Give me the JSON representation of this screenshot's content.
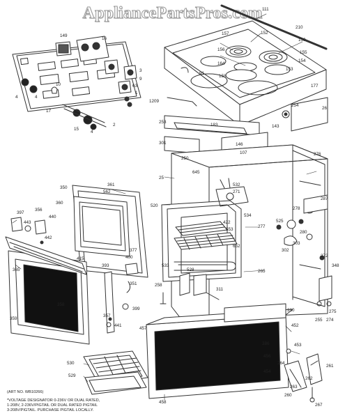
{
  "watermark": "AppliancePartsPros.com",
  "art_number": "(ART NO. WB10266)",
  "footnote_lines": [
    "*VOLTAGE DESIGNATOR 0-236V OR DUAL RATED,",
    "1-208V, 2-236V/PIGTAIL OR DUAL RATED PIGTAIL",
    "3-208V/PIGTAIL. PURCHASE PIGTAIL LOCALLY."
  ],
  "callouts": {
    "c111": "111",
    "c210": "210",
    "c157": "157",
    "c152": "152",
    "c150": "150",
    "c156": "156",
    "c155": "155",
    "c154": "154",
    "c164": "164",
    "c158": "158",
    "c153": "153",
    "c91": "91",
    "c177": "177",
    "c26": "26",
    "c254": "254",
    "c149": "149",
    "c16": "16",
    "c63": "63",
    "c1": "1",
    "c9": "9",
    "c3": "3",
    "c4a": "4",
    "c4b": "4",
    "c4c": "4",
    "c10": "10",
    "c17": "17",
    "c15": "15",
    "c2": "2",
    "c120": "120",
    "c253": "253",
    "c183": "183",
    "c143": "143",
    "c301": "301",
    "c146": "146",
    "c107": "107",
    "c250": "250",
    "c276": "276",
    "c645": "645",
    "c25": "25",
    "c350": "350",
    "c361": "361",
    "c562": "562",
    "c360": "360",
    "c397": "397",
    "c356": "356",
    "c440": "440",
    "c443": "443",
    "c442": "442",
    "c365": "365",
    "c415": "415",
    "c377": "377",
    "c400": "400",
    "c393": "393",
    "c351": "351",
    "c358": "358",
    "c359": "359",
    "c399": "399",
    "c357": "357",
    "c441": "441",
    "c520": "520",
    "c532": "532",
    "c271": "271",
    "c534": "534",
    "c287": "287",
    "c278": "278",
    "c422": "422",
    "c553": "553",
    "c277": "277",
    "c525": "525",
    "c280": "280",
    "c303": "303",
    "c302": "302",
    "c652": "652",
    "c533": "533",
    "c528": "528",
    "c265": "265",
    "c258": "258",
    "c311": "311",
    "c272": "272",
    "c348": "348",
    "c310": "310",
    "c452": "452",
    "c275": "275",
    "c255": "255",
    "c274": "274",
    "c457": "457",
    "c386": "386",
    "c453": "453",
    "c456": "456",
    "c454": "454",
    "c530": "530",
    "c529": "529",
    "c458": "458",
    "c264": "264",
    "c261": "261",
    "c262": "262",
    "c260": "260",
    "c263": "263",
    "c267": "267",
    "c1209": "1209"
  }
}
